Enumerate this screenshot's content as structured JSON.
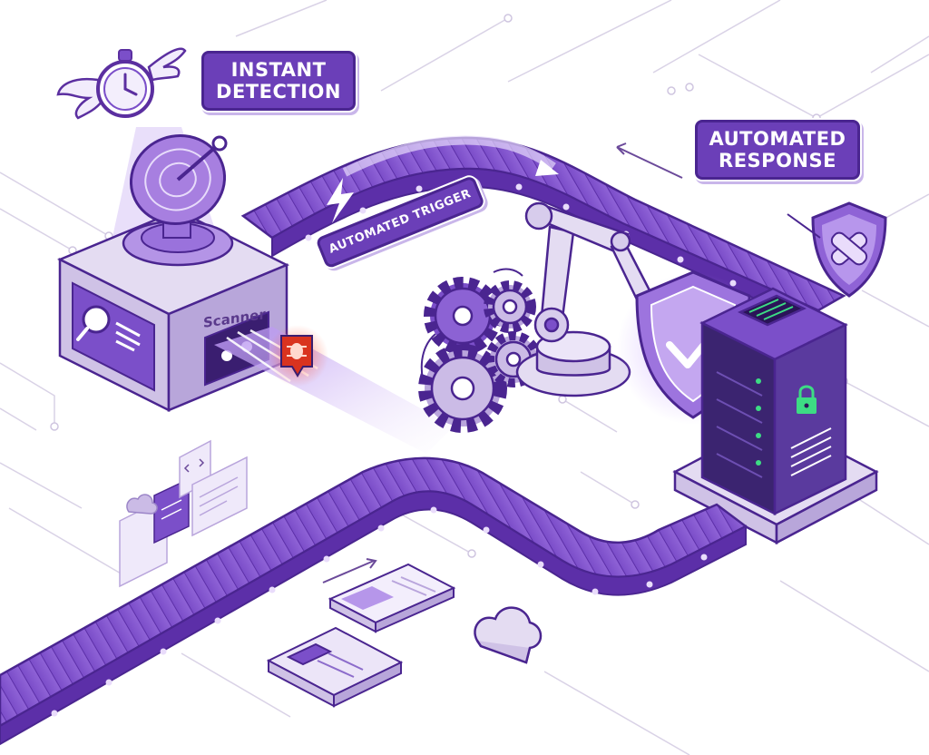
{
  "labels": {
    "instant_detection": {
      "line1": "INSTANT",
      "line2": "DETECTION"
    },
    "automated_response": {
      "line1": "AUTOMATED",
      "line2": "RESPONSE"
    },
    "automated_trigger": "AUTOMATED TRIGGER",
    "scanner": "Scanner"
  },
  "colors": {
    "primary": "#7b4fc9",
    "primary_dark": "#4a2590",
    "light": "#e6dcf7",
    "alert": "#e8402a",
    "server_led": "#3ddc84"
  },
  "icons": [
    "winged-stopwatch-icon",
    "radar-dish-icon",
    "magnifier-icon",
    "bug-alert-icon",
    "lightning-icon",
    "gear-icon",
    "robotic-arm-icon",
    "shield-check-icon",
    "shield-bandage-icon",
    "server-rack-icon",
    "padlock-icon",
    "cloud-icon",
    "code-window-icon",
    "document-icon"
  ]
}
